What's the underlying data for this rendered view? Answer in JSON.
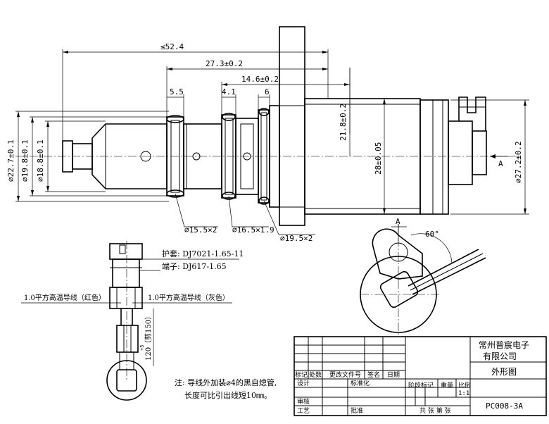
{
  "dimensions": {
    "overall_len": "≤52.4",
    "len_27": "27.3±0.2",
    "len_14": "14.6±0.2",
    "len_5": "5.5",
    "len_4": "4.1",
    "len_6": "6",
    "d_22": "⌀22.7±0.1",
    "d_19": "⌀19.8±0.1",
    "d_18": "⌀18.8±0.1",
    "d_21": "21.8±0.2",
    "d_28": "28±0.05",
    "d_27": "⌀27.2±0.2",
    "oring_1": "⌀15.5×2",
    "oring_2": "⌀16.5×1.9",
    "oring_3": "⌀19.5×2",
    "view_a": "A",
    "view_a_top": "A",
    "angle": "60°"
  },
  "connector": {
    "sleeve": "护套: DJ7021-1.65-11",
    "terminal": "端子: DJ617-1.65",
    "wire_red": "1.0平方高温导线（红色）",
    "wire_grey": "1.0平方高温导线（灰色）",
    "length_tol": "+5",
    "length": "120（剪150）"
  },
  "note": {
    "line1": "注: 导线外加装⌀4的黑自熄管,",
    "line2": "长度可比引出线短10㎜。"
  },
  "title_block": {
    "company_1": "常州普宸电子",
    "company_2": "有限公司",
    "drawing_name": "外形图",
    "mark": "标记",
    "count": "处数",
    "change_doc": "更改文件号",
    "sign": "签名",
    "date": "日期",
    "stage_mark": "阶段标记",
    "weight": "重量",
    "scale": "比例",
    "design": "设计",
    "standard": "标准化",
    "scale_val": "1:1",
    "review": "审核",
    "process": "工艺",
    "approve": "批准",
    "sheets": "共  张 第  张",
    "drawing_no": "PC008-3A"
  }
}
